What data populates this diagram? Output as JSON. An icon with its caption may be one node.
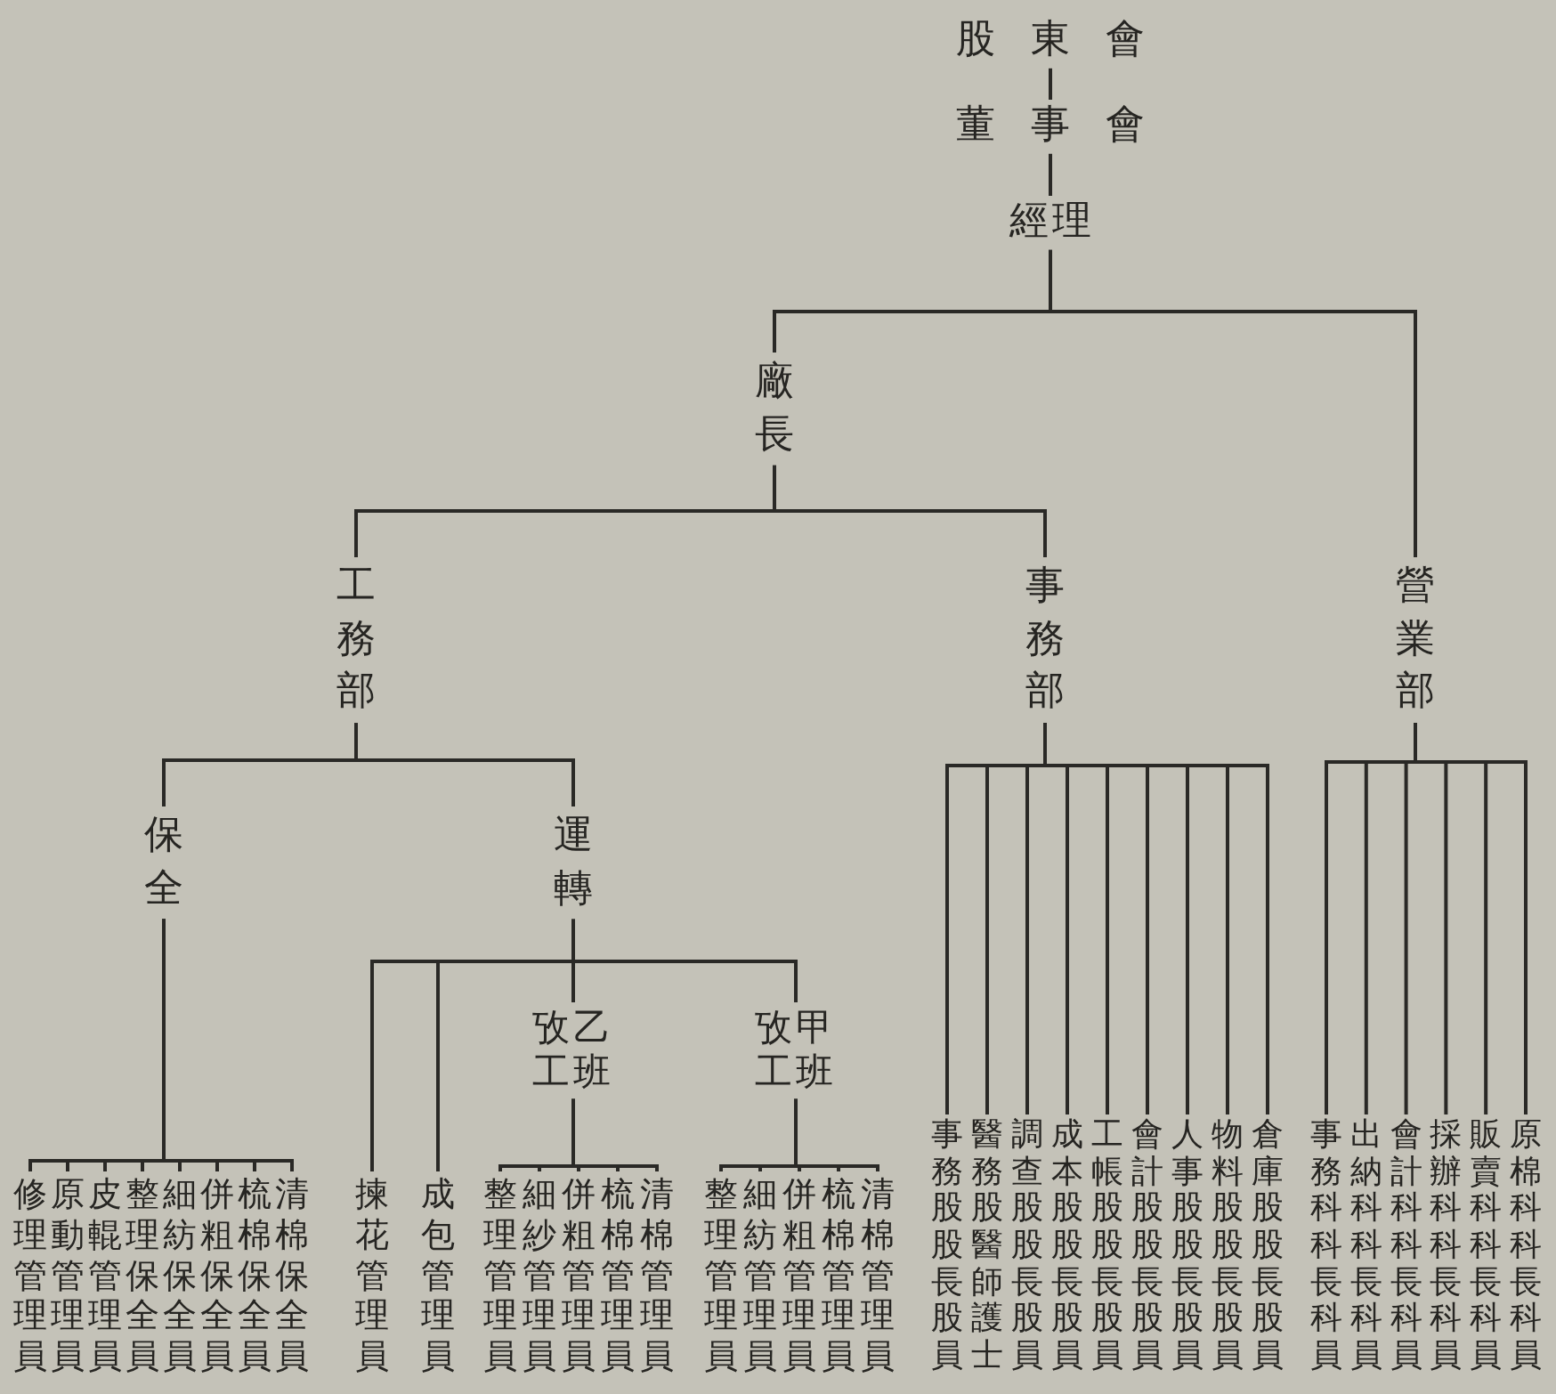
{
  "diagram": {
    "nodes": [
      {
        "text": [
          "股東會"
        ]
      },
      {
        "text": [
          "董事會"
        ]
      },
      {
        "text": [
          "經理"
        ]
      },
      {
        "text": [
          "廠長"
        ]
      },
      {
        "text": [
          "工務部"
        ]
      },
      {
        "text": [
          "事務部"
        ]
      },
      {
        "text": [
          "營業部"
        ]
      },
      {
        "text": [
          "保全"
        ]
      },
      {
        "text": [
          "運轉"
        ]
      },
      {
        "text": [
          "攷乙工班"
        ]
      },
      {
        "text": [
          "攷甲工班"
        ]
      },
      {
        "text": [
          "修理管理員"
        ]
      },
      {
        "text": [
          "原動管理員"
        ]
      },
      {
        "text": [
          "皮輥管理員"
        ]
      },
      {
        "text": [
          "整理保全員"
        ]
      },
      {
        "text": [
          "細紡保全員"
        ]
      },
      {
        "text": [
          "併粗保全員"
        ]
      },
      {
        "text": [
          "梳棉保全員"
        ]
      },
      {
        "text": [
          "清棉保全員"
        ]
      },
      {
        "text": [
          "揀花管理員"
        ]
      },
      {
        "text": [
          "成包管理員"
        ]
      },
      {
        "text": [
          "整理管理員"
        ]
      },
      {
        "text": [
          "細紗管理員"
        ]
      },
      {
        "text": [
          "併粗管理員"
        ]
      },
      {
        "text": [
          "梳棉管理員"
        ]
      },
      {
        "text": [
          "清棉管理員"
        ]
      },
      {
        "text": [
          "整理管理員"
        ]
      },
      {
        "text": [
          "細紡管理員"
        ]
      },
      {
        "text": [
          "併粗管理員"
        ]
      },
      {
        "text": [
          "梳棉管理員"
        ]
      },
      {
        "text": [
          "清棉管理員"
        ]
      },
      {
        "text": [
          "事務股股長股員"
        ]
      },
      {
        "text": [
          "醫務股醫師護士"
        ]
      },
      {
        "text": [
          "調查股股長股員"
        ]
      },
      {
        "text": [
          "成本股股長股員"
        ]
      },
      {
        "text": [
          "工帳股股長股員"
        ]
      },
      {
        "text": [
          "會計股股長股員"
        ]
      },
      {
        "text": [
          "人事股股長股員"
        ]
      },
      {
        "text": [
          "物料股股長股員"
        ]
      },
      {
        "text": [
          "倉庫股股長股員"
        ]
      },
      {
        "text": [
          "事務科科長科員"
        ]
      },
      {
        "text": [
          "出納科科長科員"
        ]
      },
      {
        "text": [
          "會計科科長科員"
        ]
      },
      {
        "text": [
          "採辦科科長科員"
        ]
      },
      {
        "text": [
          "販賣科科長科員"
        ]
      },
      {
        "text": [
          "原棉科科長科員"
        ]
      }
    ],
    "edges": [
      {
        "from": 0,
        "to": 1,
        "arrow": "none"
      },
      {
        "from": 1,
        "to": 2,
        "arrow": "none"
      },
      {
        "from": 2,
        "to": 3,
        "arrow": "none"
      },
      {
        "from": 2,
        "to": 6,
        "arrow": "none"
      },
      {
        "from": 3,
        "to": 4,
        "arrow": "none"
      },
      {
        "from": 3,
        "to": 5,
        "arrow": "none"
      },
      {
        "from": 4,
        "to": 7,
        "arrow": "none"
      },
      {
        "from": 4,
        "to": 8,
        "arrow": "none"
      },
      {
        "from": 7,
        "to": 11,
        "arrow": "none"
      },
      {
        "from": 7,
        "to": 12,
        "arrow": "none"
      },
      {
        "from": 7,
        "to": 13,
        "arrow": "none"
      },
      {
        "from": 7,
        "to": 14,
        "arrow": "none"
      },
      {
        "from": 7,
        "to": 15,
        "arrow": "none"
      },
      {
        "from": 7,
        "to": 16,
        "arrow": "none"
      },
      {
        "from": 7,
        "to": 17,
        "arrow": "none"
      },
      {
        "from": 7,
        "to": 18,
        "arrow": "none"
      },
      {
        "from": 8,
        "to": 19,
        "arrow": "none"
      },
      {
        "from": 8,
        "to": 20,
        "arrow": "none"
      },
      {
        "from": 8,
        "to": 9,
        "arrow": "none"
      },
      {
        "from": 8,
        "to": 10,
        "arrow": "none"
      },
      {
        "from": 9,
        "to": 21,
        "arrow": "none"
      },
      {
        "from": 9,
        "to": 22,
        "arrow": "none"
      },
      {
        "from": 9,
        "to": 23,
        "arrow": "none"
      },
      {
        "from": 9,
        "to": 24,
        "arrow": "none"
      },
      {
        "from": 9,
        "to": 25,
        "arrow": "none"
      },
      {
        "from": 10,
        "to": 26,
        "arrow": "none"
      },
      {
        "from": 10,
        "to": 27,
        "arrow": "none"
      },
      {
        "from": 10,
        "to": 28,
        "arrow": "none"
      },
      {
        "from": 10,
        "to": 29,
        "arrow": "none"
      },
      {
        "from": 10,
        "to": 30,
        "arrow": "none"
      },
      {
        "from": 5,
        "to": 31,
        "arrow": "none"
      },
      {
        "from": 5,
        "to": 32,
        "arrow": "none"
      },
      {
        "from": 5,
        "to": 33,
        "arrow": "none"
      },
      {
        "from": 5,
        "to": 34,
        "arrow": "none"
      },
      {
        "from": 5,
        "to": 35,
        "arrow": "none"
      },
      {
        "from": 5,
        "to": 36,
        "arrow": "none"
      },
      {
        "from": 5,
        "to": 37,
        "arrow": "none"
      },
      {
        "from": 5,
        "to": 38,
        "arrow": "none"
      },
      {
        "from": 5,
        "to": 39,
        "arrow": "none"
      },
      {
        "from": 6,
        "to": 40,
        "arrow": "none"
      },
      {
        "from": 6,
        "to": 41,
        "arrow": "none"
      },
      {
        "from": 6,
        "to": 42,
        "arrow": "none"
      },
      {
        "from": 6,
        "to": 43,
        "arrow": "none"
      },
      {
        "from": 6,
        "to": 44,
        "arrow": "none"
      },
      {
        "from": 6,
        "to": 45,
        "arrow": "none"
      }
    ]
  }
}
